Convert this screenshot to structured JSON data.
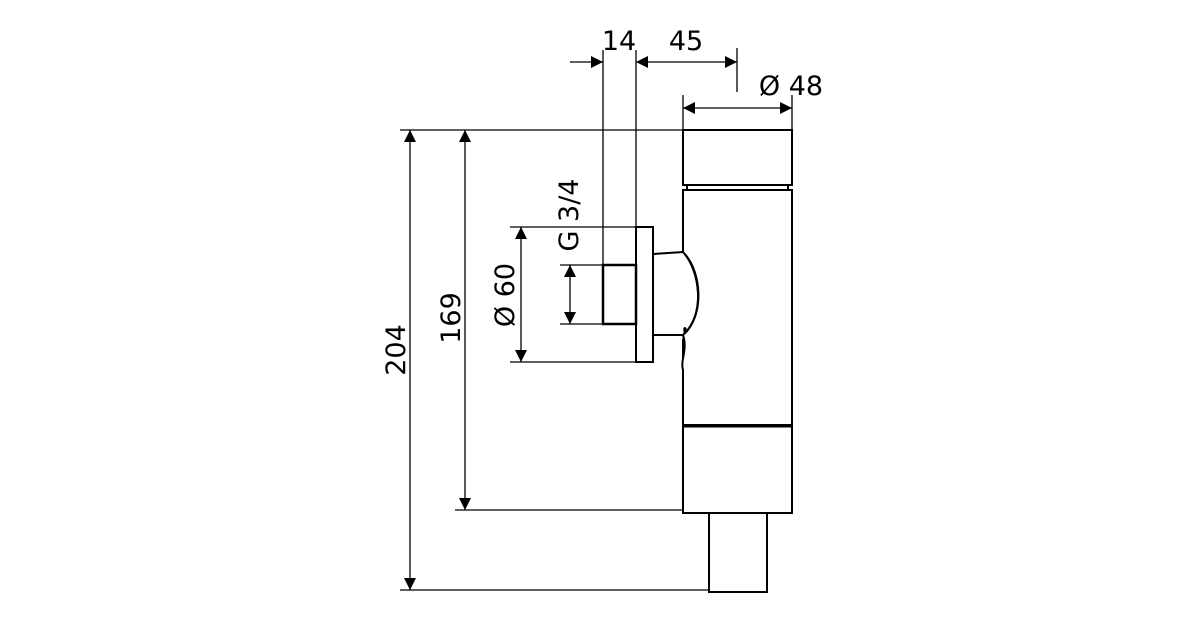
{
  "drawing": {
    "dimensions": {
      "height_total": "204",
      "height_outlet": "169",
      "flange_diameter": "Ø 60",
      "thread": "G 3/4",
      "nipple_depth": "14",
      "offset": "45",
      "body_diameter": "Ø 48"
    },
    "line_color": "#000000",
    "background": "#ffffff"
  }
}
